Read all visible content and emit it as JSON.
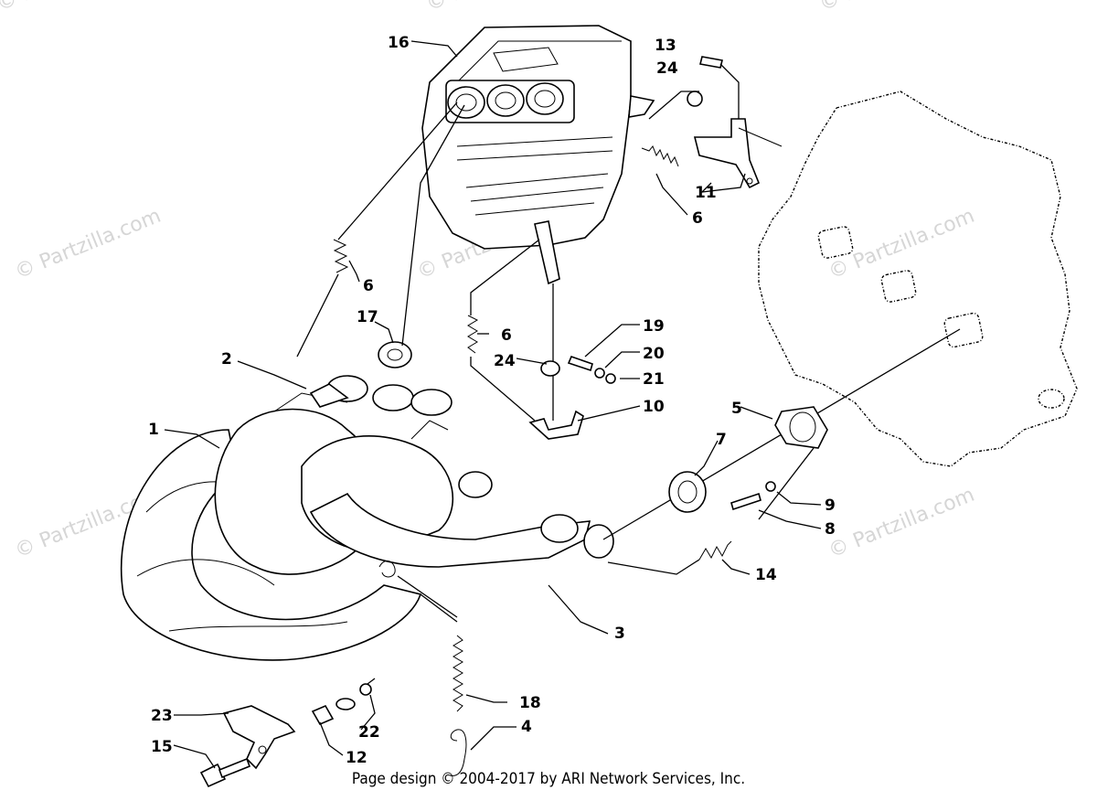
{
  "watermarks": [
    "© Partzilla.com",
    "© Partzilla.com",
    "© Partzilla.com",
    "© Partzilla.com",
    "© Partzilla.com",
    "© Partzilla.com",
    "© Partzilla.com",
    "© Partzilla.com"
  ],
  "footer": "Page design © 2004-2017 by ARI Network Services, Inc.",
  "callouts": {
    "c1": "1",
    "c2": "2",
    "c3": "3",
    "c4": "4",
    "c5": "5",
    "c6a": "6",
    "c6b": "6",
    "c6c": "6",
    "c7": "7",
    "c8": "8",
    "c9": "9",
    "c10": "10",
    "c11": "11",
    "c12": "12",
    "c13": "13",
    "c14": "14",
    "c15": "15",
    "c16": "16",
    "c17": "17",
    "c18": "18",
    "c19": "19",
    "c20": "20",
    "c21": "21",
    "c22": "22",
    "c23": "23",
    "c24a": "24",
    "c24b": "24"
  }
}
